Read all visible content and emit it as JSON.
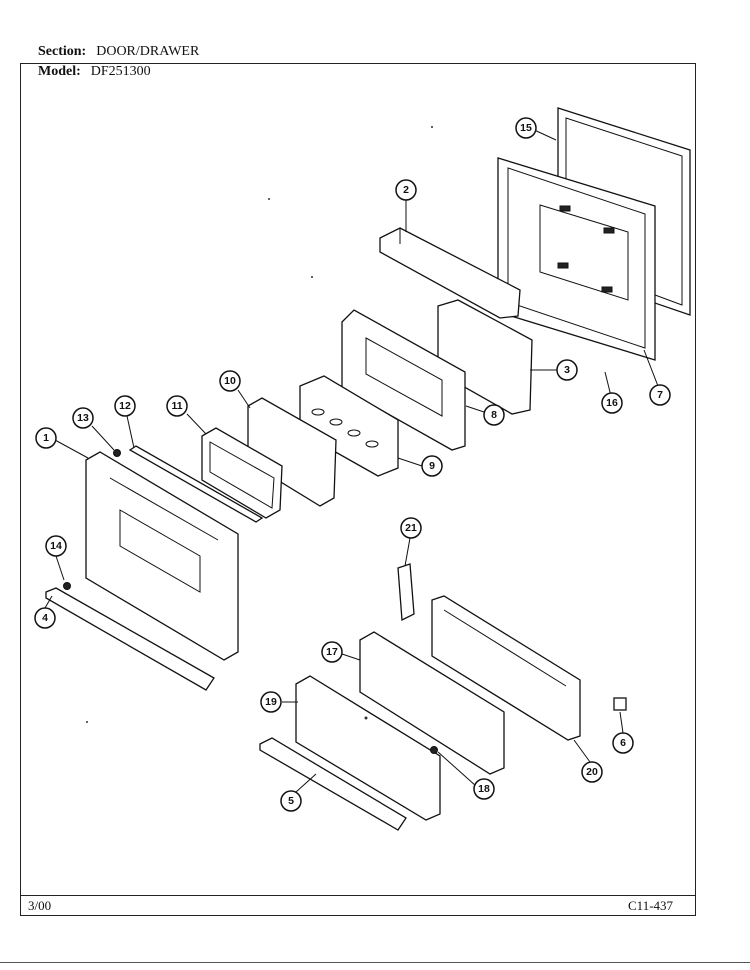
{
  "header": {
    "section_label": "Section:",
    "section_value": "DOOR/DRAWER",
    "model_label": "Model:",
    "model_value": "DF251300"
  },
  "footer": {
    "date": "3/00",
    "page_code": "C11-437"
  },
  "callouts": [
    "1",
    "2",
    "3",
    "4",
    "5",
    "6",
    "7",
    "8",
    "9",
    "10",
    "11",
    "12",
    "13",
    "14",
    "15",
    "16",
    "17",
    "18",
    "19",
    "20",
    "21"
  ]
}
